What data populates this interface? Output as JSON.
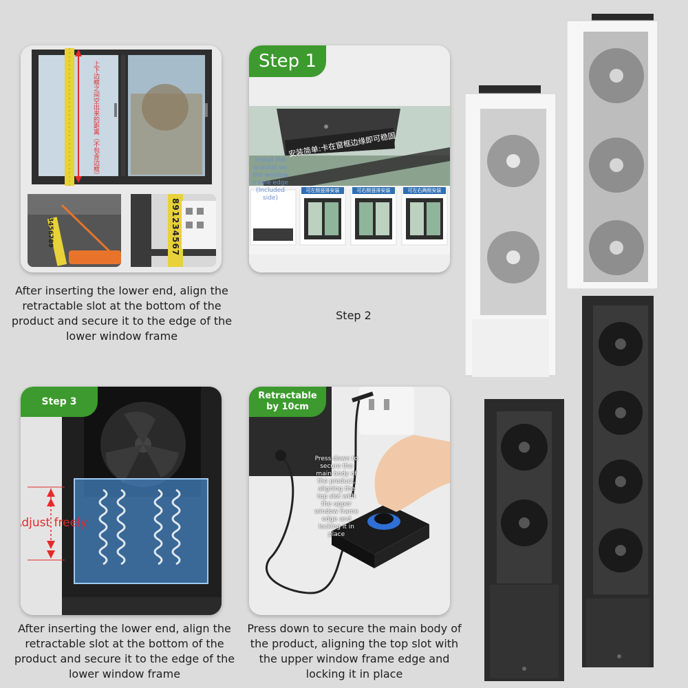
{
  "panel1": {
    "caption": "After inserting the lower end, align the retractable slot at the bottom of the product and secure it to the edge of the lower window frame",
    "tape_text": "上下边框之间空出来的距离（不包含边框）",
    "ruler_digits_left": "3456789",
    "ruler_digits_right": "891234567"
  },
  "panel2": {
    "badge": "Step 1",
    "caption": "Step 2",
    "overlay_text": "Install the bracket on the window frame edge (Included side)",
    "banner_text": "安装简单:卡在窗框边缘即可稳固",
    "thumb_labels": [
      "可左侧竖排安装",
      "可右侧竖排安装",
      "可左右两侧安装"
    ]
  },
  "panel3": {
    "badge": "Step 3",
    "adjust_label": "Adjust freely",
    "caption": "After inserting the lower end, align the retractable slot at the bottom of the product and secure it to the edge of the lower window frame"
  },
  "panel4": {
    "badge": "Retractable by 10cm",
    "overlay_text": "Press down to secure the main body of the product, aligning the top slot with the upper window frame edge and locking it in place",
    "caption": "Press down to secure the main body of the product, aligning the top slot with the upper window frame edge and locking it in place"
  },
  "colors": {
    "background": "#dcdcdc",
    "badge_green": "#3d9a2e",
    "adjust_red": "#e32b2b",
    "tape_yellow": "#e8d23a",
    "frame_dark": "#2b2b2b"
  }
}
